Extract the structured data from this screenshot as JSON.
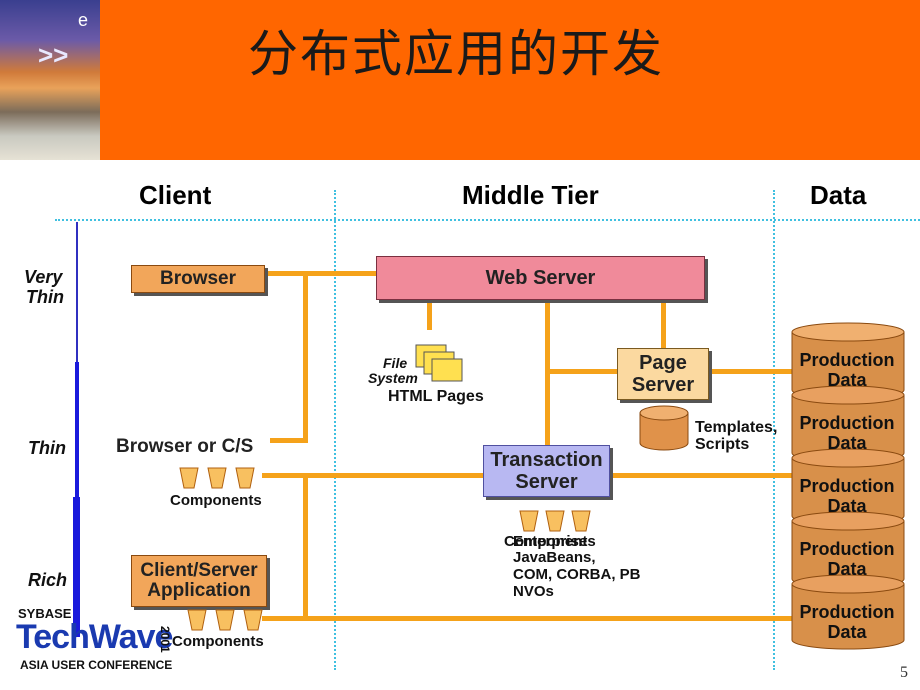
{
  "header": {
    "title": "分布式应用的开发",
    "page_number": "5"
  },
  "columns": {
    "client": "Client",
    "middle": "Middle Tier",
    "data": "Data"
  },
  "tiers": {
    "very": "Very",
    "thin_1": "Thin",
    "thin": "Thin",
    "rich": "Rich"
  },
  "client": {
    "browser": "Browser",
    "browser_cs": "Browser or C/S",
    "components_1": "Components",
    "client_server_1": "Client/Server",
    "client_server_2": "Application",
    "components_2": "Components"
  },
  "middle": {
    "web_server": "Web Server",
    "file": "File",
    "system": "System",
    "html_pages": "HTML Pages",
    "page_1": "Page",
    "page_2": "Server",
    "templates_1": "Templates,",
    "templates_2": "Scripts",
    "transaction_1": "Transaction",
    "transaction_2": "Server",
    "components": "Components",
    "enterprise": "Enterprise",
    "javabeans": "JavaBeans,",
    "com": "COM, CORBA, PB",
    "nvos": "NVOs"
  },
  "data_store": {
    "items": [
      {
        "line1": "Production",
        "line2": "Data"
      },
      {
        "line1": "Production",
        "line2": "Data"
      },
      {
        "line1": "Production",
        "line2": "Data"
      },
      {
        "line1": "Production",
        "line2": "Data"
      },
      {
        "line1": "Production",
        "line2": "Data"
      }
    ]
  },
  "logo": {
    "sybase": "SYBASE",
    "techwave": "TechWave",
    "year": "2001",
    "conference": "ASIA USER CONFERENCE"
  },
  "colors": {
    "header": "#ff6600",
    "connector": "#f5a21a",
    "guide": "#40c0e0",
    "tier_bar": "#1a1adc"
  }
}
